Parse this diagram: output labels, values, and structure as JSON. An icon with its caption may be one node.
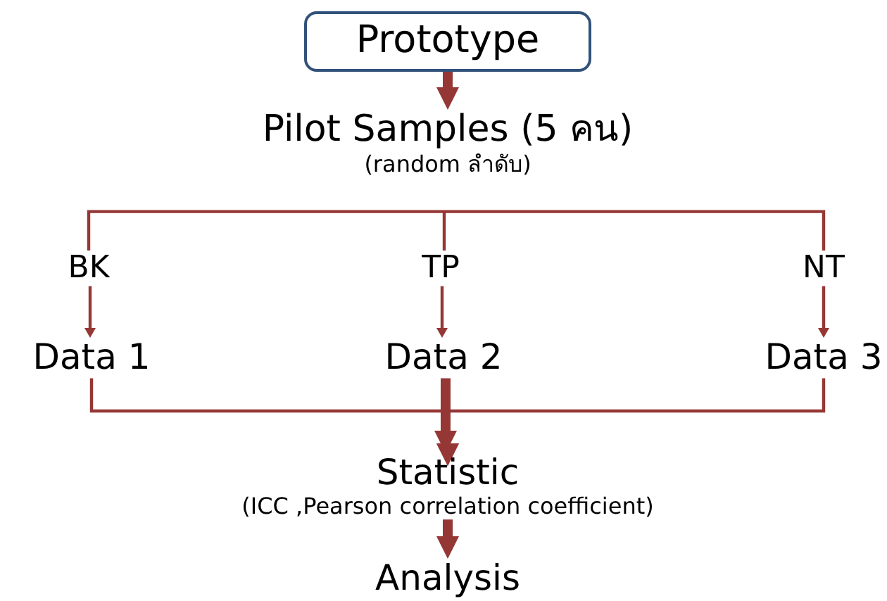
{
  "diagram": {
    "nodes": [
      {
        "text": [
          "Prototype"
        ]
      },
      {
        "text": [
          "Pilot Samples (5 คน)",
          "(random ลำดับ)"
        ]
      },
      {
        "text": [
          "BK"
        ]
      },
      {
        "text": [
          "TP"
        ]
      },
      {
        "text": [
          "NT"
        ]
      },
      {
        "text": [
          "Data 1"
        ]
      },
      {
        "text": [
          "Data 2"
        ]
      },
      {
        "text": [
          "Data 3"
        ]
      },
      {
        "text": [
          "Statistic",
          "(ICC ,Pearson correlation coefficient)"
        ]
      },
      {
        "text": [
          "Analysis"
        ]
      }
    ],
    "edges": [
      {
        "from": 0,
        "to": 1,
        "arrow": "to",
        "style": "thick"
      },
      {
        "from": 1,
        "to": 2,
        "arrow": "none"
      },
      {
        "from": 1,
        "to": 3,
        "arrow": "none"
      },
      {
        "from": 1,
        "to": 4,
        "arrow": "none"
      },
      {
        "from": 2,
        "to": 5,
        "arrow": "to"
      },
      {
        "from": 3,
        "to": 6,
        "arrow": "to"
      },
      {
        "from": 4,
        "to": 7,
        "arrow": "to"
      },
      {
        "from": 5,
        "to": 8,
        "arrow": "to"
      },
      {
        "from": 6,
        "to": 8,
        "arrow": "to",
        "style": "thick"
      },
      {
        "from": 7,
        "to": 8,
        "arrow": "to"
      },
      {
        "from": 8,
        "to": 9,
        "arrow": "to",
        "style": "thick"
      }
    ]
  }
}
